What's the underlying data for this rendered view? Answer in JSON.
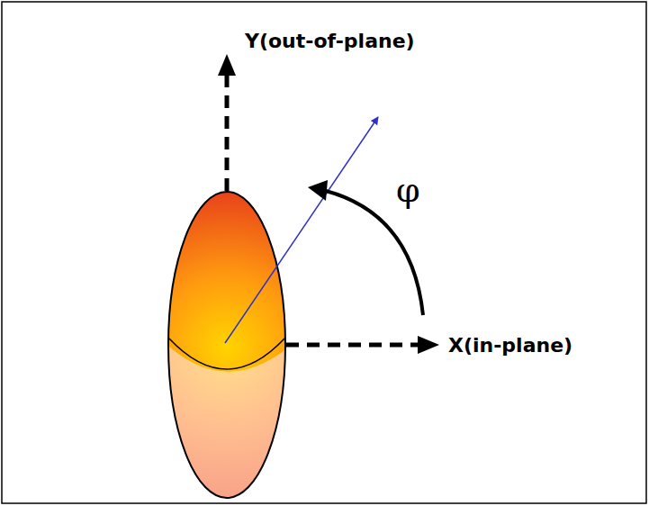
{
  "diagram": {
    "labels": [
      "Y(out-of-plane)",
      "X(in-plane)",
      "φ"
    ]
  }
}
